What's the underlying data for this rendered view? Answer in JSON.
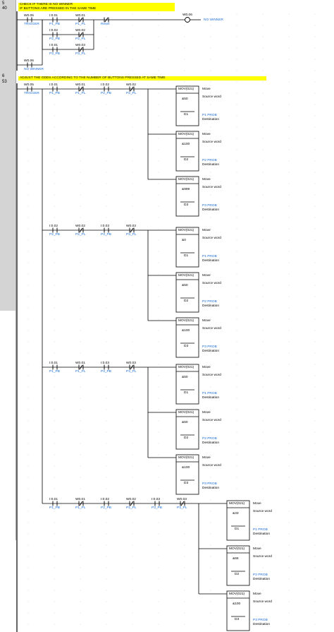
{
  "rungs": [
    {
      "number": "5",
      "step": "40",
      "comment": [
        "CHECK IF THERE IS NO WINNER",
        "IF BUTTONS ARE PRESSED IN THE SAME TIME"
      ]
    },
    {
      "number": "6",
      "step": "53",
      "comment": [
        "ADJUST THE ODDS ACCORDING TO THE NUMBER OF BUTTONS PRESSED AT SAME TIME"
      ]
    }
  ],
  "rung5": {
    "trigger": {
      "addr": "W0.05",
      "sym": "TRIGGER"
    },
    "pairs": [
      [
        {
          "addr": "I:0.01",
          "sym": "P1_PB"
        },
        {
          "addr": "W0.01",
          "sym": "P1_PL"
        }
      ],
      [
        {
          "addr": "I:0.02",
          "sym": "P2_PB"
        },
        {
          "addr": "W0.02",
          "sym": "P2_PL"
        }
      ],
      [
        {
          "addr": "I:0.01",
          "sym": "P3_PB"
        },
        {
          "addr": "W0.03",
          "sym": "P3_PL"
        }
      ]
    ],
    "reset": {
      "addr": "",
      "sym": "Reset"
    },
    "coil": {
      "addr": "W0.06",
      "sym": "NO WINNER"
    },
    "seal": {
      "addr": "W0.06",
      "sym": "NO WINNER"
    }
  },
  "rung6": {
    "trigger": {
      "addr": "W0.05",
      "sym": "TRIGGER"
    },
    "mov_label": "MOV(021)",
    "move_text": "Move",
    "source_text": "Source word",
    "dest_text": "Destination",
    "groups": [
      {
        "contacts": [
          {
            "addr": "I:0.01",
            "sym": "P1_PB"
          },
          {
            "addr": "W0.01",
            "sym": "P1_PL"
          },
          {
            "addr": "I:0.02",
            "sym": "P2_PB"
          },
          {
            "addr": "W0.02",
            "sym": "P2_PL"
          }
        ],
        "movs": [
          {
            "src": "&50",
            "dst": "D1",
            "sym": "P1 PROB"
          },
          {
            "src": "&100",
            "dst": "D2",
            "sym": "P2 PROB"
          },
          {
            "src": "&999",
            "dst": "D3",
            "sym": "P3 PROB"
          }
        ]
      },
      {
        "contacts": [
          {
            "addr": "I:0.02",
            "sym": "P2_PB"
          },
          {
            "addr": "W0.02",
            "sym": "P2_PL"
          },
          {
            "addr": "I:0.03",
            "sym": "P3_PB"
          },
          {
            "addr": "W0.03",
            "sym": "P3_PL"
          }
        ],
        "movs": [
          {
            "src": "&0",
            "dst": "D1",
            "sym": "P1 PROB"
          },
          {
            "src": "&50",
            "dst": "D2",
            "sym": "P2 PROB"
          },
          {
            "src": "&100",
            "dst": "D3",
            "sym": "P3 PROB"
          }
        ]
      },
      {
        "contacts": [
          {
            "addr": "I:0.01",
            "sym": "P1_PB"
          },
          {
            "addr": "W0.01",
            "sym": "P1_PL"
          },
          {
            "addr": "I:0.03",
            "sym": "P3_PB"
          },
          {
            "addr": "W0.03",
            "sym": "P3_PL"
          }
        ],
        "movs": [
          {
            "src": "&50",
            "dst": "D1",
            "sym": "P1 PROB"
          },
          {
            "src": "&50",
            "dst": "D2",
            "sym": "P2 PROB"
          },
          {
            "src": "&100",
            "dst": "D3",
            "sym": "P3 PROB"
          }
        ]
      },
      {
        "contacts": [
          {
            "addr": "I:0.01",
            "sym": "P1_PB"
          },
          {
            "addr": "W0.01",
            "sym": "P1_PL"
          },
          {
            "addr": "I:0.02",
            "sym": "P2_PB"
          },
          {
            "addr": "W0.02",
            "sym": "P2_PL"
          },
          {
            "addr": "I:0.03",
            "sym": "P3_PB"
          },
          {
            "addr": "W0.03",
            "sym": "P3_PL"
          }
        ],
        "movs": [
          {
            "src": "&33",
            "dst": "D1",
            "sym": "P1 PROB"
          },
          {
            "src": "&66",
            "dst": "D2",
            "sym": "P2 PROB"
          },
          {
            "src": "&100",
            "dst": "D3",
            "sym": "P3 PROB"
          }
        ]
      }
    ]
  }
}
